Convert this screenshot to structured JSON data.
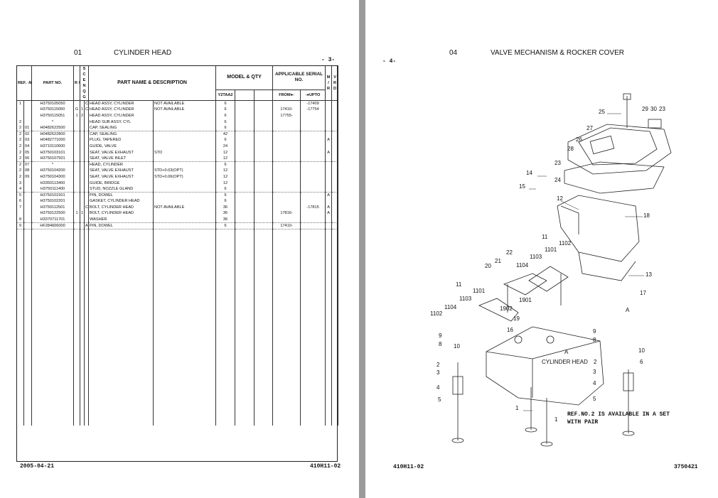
{
  "left_page": {
    "section_no": "01",
    "section_title": "CYLINDER HEAD",
    "page_no": "- 3-",
    "footer_date": "2005-04-21",
    "footer_code": "410H11-02",
    "headers": {
      "ref": "REF. -NO.",
      "part_no": "PART NO.",
      "rp": "R / P",
      "scenqg": "S C E N Q G",
      "part_name": "PART NAME & DESCRIPTION",
      "model_qty": "MODEL & QTY",
      "model": "Y2TAA2",
      "serial": "APPLICABLE SERIAL NO.",
      "from": "FROM●-",
      "upto": "-●UPTO",
      "mr": "M / R",
      "vrd": "V R D"
    },
    "rows": [
      {
        "ref": "1",
        "sub": "",
        "part": "H3750105050",
        "rp": "",
        "sc": "",
        "qg": "C",
        "name": "HEAD ASSY, CYLINDER",
        "desc": "NOT AVAILABLE",
        "qty": "6",
        "from": "",
        "upto": "-17409",
        "mr": ""
      },
      {
        "ref": "",
        "sub": "",
        "part": "H3750115050",
        "rp": "G",
        "sc": "1",
        "qg": "C",
        "name": "HEAD ASSY, CYLINDER",
        "desc": "NOT AVAILABLE",
        "qty": "6",
        "from": "17410-",
        "upto": "-17754",
        "mr": ""
      },
      {
        "ref": "",
        "sub": "",
        "part": "H3750115051",
        "rp": "1",
        "sc": "2",
        "qg": "",
        "name": "HEAD ASSY, CYLINDER",
        "desc": "",
        "qty": "6",
        "from": "17755-",
        "upto": "",
        "mr": ""
      },
      {
        "ref": "2",
        "sub": "",
        "part": "*",
        "rp": "",
        "sc": "",
        "qg": "",
        "name": "HEAD SUB ASSY, CYL",
        "desc": "",
        "qty": "6",
        "from": "",
        "upto": "",
        "mr": ""
      },
      {
        "ref": "2",
        "sub": "01",
        "part": "H0482622500",
        "rp": "",
        "sc": "",
        "qg": "",
        "name": "CAP, SEALING",
        "desc": "",
        "qty": "6",
        "from": "",
        "upto": "",
        "mr": ""
      },
      {
        "ref": "2",
        "sub": "02",
        "part": "H0482622800",
        "rp": "",
        "sc": "",
        "qg": "",
        "name": "CAP, SEALING",
        "desc": "",
        "qty": "42",
        "from": "",
        "upto": "",
        "mr": "",
        "sep": true
      },
      {
        "ref": "2",
        "sub": "03",
        "part": "H0482771000",
        "rp": "",
        "sc": "",
        "qg": "",
        "name": "PLUG, TAPERED",
        "desc": "",
        "qty": "6",
        "from": "",
        "upto": "",
        "mr": "A"
      },
      {
        "ref": "2",
        "sub": "04",
        "part": "H3710110600",
        "rp": "",
        "sc": "",
        "qg": "",
        "name": "GUIDE, VALVE",
        "desc": "",
        "qty": "24",
        "from": "",
        "upto": "",
        "mr": ""
      },
      {
        "ref": "2",
        "sub": "05",
        "part": "H3750103101",
        "rp": "",
        "sc": "",
        "qg": "",
        "name": "SEAT, VALVE EXHAUST",
        "desc": "STD",
        "qty": "12",
        "from": "",
        "upto": "",
        "mr": "A"
      },
      {
        "ref": "2",
        "sub": "06",
        "part": "H3750107501",
        "rp": "",
        "sc": "",
        "qg": "",
        "name": "SEAT, VALVE INLET",
        "desc": "",
        "qty": "12",
        "from": "",
        "upto": "",
        "mr": ""
      },
      {
        "ref": "2",
        "sub": "07",
        "part": "*",
        "rp": "",
        "sc": "",
        "qg": "",
        "name": "HEAD, CYLINDER",
        "desc": "",
        "qty": "6",
        "from": "",
        "upto": "",
        "mr": "",
        "sep": true
      },
      {
        "ref": "2",
        "sub": "08",
        "part": "H3750104200",
        "rp": "",
        "sc": "",
        "qg": "",
        "name": "SEAT, VALVE EXHAUST",
        "desc": "STD+0.03(OPT)",
        "qty": "12",
        "from": "",
        "upto": "",
        "mr": ""
      },
      {
        "ref": "2",
        "sub": "09",
        "part": "H3750104300",
        "rp": "",
        "sc": "",
        "qg": "",
        "name": "SEAT, VALVE EXHAUST",
        "desc": "STD+0.06(OPT)",
        "qty": "12",
        "from": "",
        "upto": "",
        "mr": ""
      },
      {
        "ref": "3",
        "sub": "",
        "part": "H3350113400",
        "rp": "",
        "sc": "",
        "qg": "",
        "name": "GUIDE, BRIDGE",
        "desc": "",
        "qty": "12",
        "from": "",
        "upto": "",
        "mr": ""
      },
      {
        "ref": "4",
        "sub": "",
        "part": "H3750111400",
        "rp": "",
        "sc": "",
        "qg": "",
        "name": "STUD, NOZZLE GLAND",
        "desc": "",
        "qty": "6",
        "from": "",
        "upto": "",
        "mr": ""
      },
      {
        "ref": "5",
        "sub": "",
        "part": "H3750101501",
        "rp": "",
        "sc": "",
        "qg": "",
        "name": "PIN, DOWEL",
        "desc": "",
        "qty": "6",
        "from": "",
        "upto": "",
        "mr": "A",
        "sep": true
      },
      {
        "ref": "6",
        "sub": "",
        "part": "H3750102201",
        "rp": "",
        "sc": "",
        "qg": "",
        "name": "GASKET, CYLINDER HEAD",
        "desc": "",
        "qty": "6",
        "from": "",
        "upto": "",
        "mr": ""
      },
      {
        "ref": "7",
        "sub": "",
        "part": "H3750112501",
        "rp": "",
        "sc": "",
        "qg": "C",
        "name": "BOLT, CYLINDER HEAD",
        "desc": "NOT AVAILABLE",
        "qty": "36",
        "from": "",
        "upto": "-17815",
        "mr": "A"
      },
      {
        "ref": "",
        "sub": "",
        "part": "H3750122500",
        "rp": "1",
        "sc": "1",
        "qg": "",
        "name": "BOLT, CYLINDER HEAD",
        "desc": "",
        "qty": "36",
        "from": "17816-",
        "upto": "",
        "mr": "A"
      },
      {
        "ref": "8",
        "sub": "",
        "part": "H3370711701",
        "rp": "",
        "sc": "",
        "qg": "",
        "name": "WASHER",
        "desc": "",
        "qty": "36",
        "from": "",
        "upto": "",
        "mr": ""
      },
      {
        "ref": "9",
        "sub": "",
        "part": "HF284606000",
        "rp": "",
        "sc": "",
        "qg": "A",
        "name": "PIN, DOWEL",
        "desc": "",
        "qty": "6",
        "from": "17410-",
        "upto": "",
        "mr": "",
        "sep": true
      }
    ]
  },
  "right_page": {
    "section_no": "04",
    "section_title": "VALVE MECHANISM & ROCKER COVER",
    "page_no": "- 4-",
    "footer_code": "410H11-02",
    "footer_no": "3750421",
    "note_line1": "REF.NO.2 IS AVAILABLE IN A SET",
    "note_line2": "WITH PAIR",
    "callouts": [
      "25",
      "29",
      "30",
      "23",
      "27",
      "26",
      "28",
      "23",
      "14",
      "24",
      "15",
      "12",
      "18",
      "11",
      "1102",
      "1101",
      "1103",
      "22",
      "1104",
      "21",
      "20",
      "13",
      "11",
      "1101",
      "17",
      "1103",
      "1901",
      "1104",
      "1902",
      "1102",
      "19",
      "16",
      "9",
      "9",
      "8",
      "8",
      "10",
      "10",
      "A",
      "CYLINDER HEAD",
      "2",
      "6",
      "2",
      "3",
      "3",
      "4",
      "4",
      "5",
      "5",
      "1",
      "1",
      "A"
    ]
  }
}
